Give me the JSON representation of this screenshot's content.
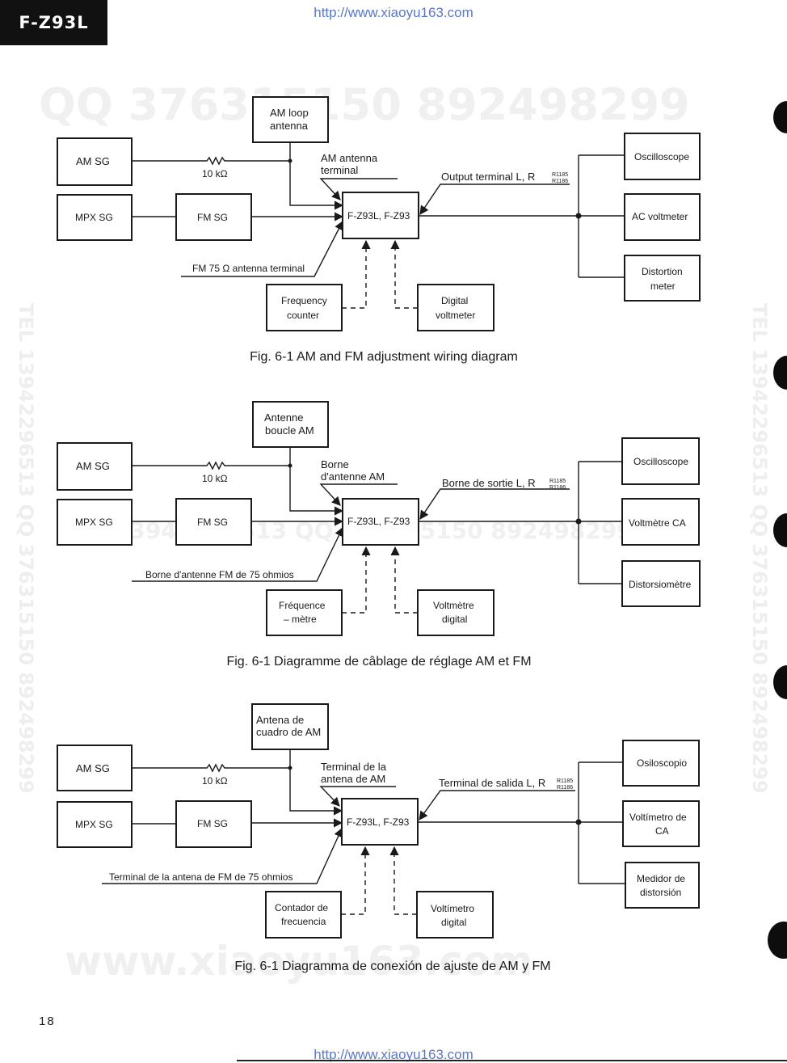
{
  "header": {
    "model_tag": "F-Z93L",
    "url_top": "http://www.xiaoyu163.com",
    "url_bottom": "http://www.xiaoyu163.com"
  },
  "watermarks": {
    "top_row": "QQ 376315150  892498299",
    "middle_row": "TEL 13942296513   QQ 376315150  892498299",
    "bottom_row": "www.xiaoyu163.com",
    "left_vertical": "TEL 13942296513  QQ 376315150  892498299",
    "right_vertical": "TEL 13942296513  QQ 376315150  892498299"
  },
  "diagrams": [
    {
      "caption": "Fig. 6-1 AM and FM adjustment wiring diagram",
      "loop_antenna": [
        "AM loop",
        "antenna"
      ],
      "am_sg": "AM SG",
      "mpx_sg": "MPX SG",
      "fm_sg": "FM SG",
      "resistor": "10 kΩ",
      "am_antenna_terminal": [
        "AM antenna",
        "terminal"
      ],
      "unit": "F-Z93L, F-Z93",
      "output_terminal": "Output terminal L, R",
      "output_ref_top": "R1185",
      "output_ref_bottom": "R1186",
      "fm_antenna_terminal": "FM  75 Ω  antenna  terminal",
      "counter": [
        "Frequency",
        "counter"
      ],
      "voltmeter": [
        "Digital",
        "voltmeter"
      ],
      "oscilloscope": [
        "Oscilloscope"
      ],
      "ac_voltmeter": [
        "AC  voltmeter"
      ],
      "distortion_meter": [
        "Distortion",
        "meter"
      ]
    },
    {
      "caption": "Fig. 6-1 Diagramme de câblage de réglage AM et FM",
      "loop_antenna": [
        "Antenne",
        "boucle AM"
      ],
      "am_sg": "AM SG",
      "mpx_sg": "MPX  SG",
      "fm_sg": "FM  SG",
      "resistor": "10 kΩ",
      "am_antenna_terminal": [
        "Borne",
        "d'antenne AM"
      ],
      "unit": "F-Z93L, F-Z93",
      "output_terminal": "Borne de sortie L, R",
      "output_ref_top": "R1185",
      "output_ref_bottom": "R1186",
      "fm_antenna_terminal": "Borne  d'antenne  FM  de  75  ohmios",
      "counter": [
        "Fréquence",
        "– mètre"
      ],
      "voltmeter": [
        "Voltmètre",
        "digital"
      ],
      "oscilloscope": [
        "Oscilloscope"
      ],
      "ac_voltmeter": [
        "Voltmètre  CA"
      ],
      "distortion_meter": [
        "Distorsiomètre"
      ]
    },
    {
      "caption": "Fig. 6-1 Diagramma de conexión de ajuste de AM y FM",
      "loop_antenna": [
        "Antena de",
        "cuadro de AM"
      ],
      "am_sg": "AM SG",
      "mpx_sg": "MPX  SG",
      "fm_sg": "FM  SG",
      "resistor": "10 kΩ",
      "am_antenna_terminal": [
        "Terminal de la",
        "antena de AM"
      ],
      "unit": "F-Z93L, F-Z93",
      "output_terminal": "Terminal de salida L, R",
      "output_ref_top": "R1185",
      "output_ref_bottom": "R1186",
      "fm_antenna_terminal": "Terminal  de  la  antena  de  FM  de  75  ohmios",
      "counter": [
        "Contador  de",
        "frecuencia"
      ],
      "voltmeter": [
        "Voltímetro",
        "digital"
      ],
      "oscilloscope": [
        "Osiloscopio"
      ],
      "ac_voltmeter": [
        "Voltímetro  de",
        "CA"
      ],
      "distortion_meter": [
        "Medidor  de",
        "distorsión"
      ]
    }
  ],
  "page_number": "18"
}
